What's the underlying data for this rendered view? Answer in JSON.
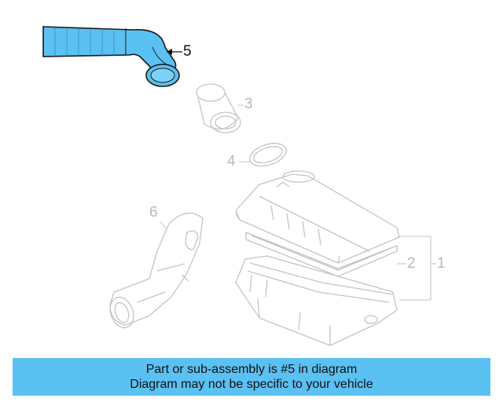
{
  "callouts": {
    "part_1": "1",
    "part_2": "2",
    "part_3": "3",
    "part_4": "4",
    "part_5": "5",
    "part_6": "6"
  },
  "highlight": {
    "part": "5",
    "fill_color": "#5bc0f2"
  },
  "banner": {
    "line1": "Part or sub-assembly is #5 in diagram",
    "line2": "Diagram may not be specific to your vehicle",
    "background_color": "#5bc0f2"
  },
  "colors": {
    "outline": "#c4c4c4",
    "highlight_outline": "#1a1a1a"
  }
}
